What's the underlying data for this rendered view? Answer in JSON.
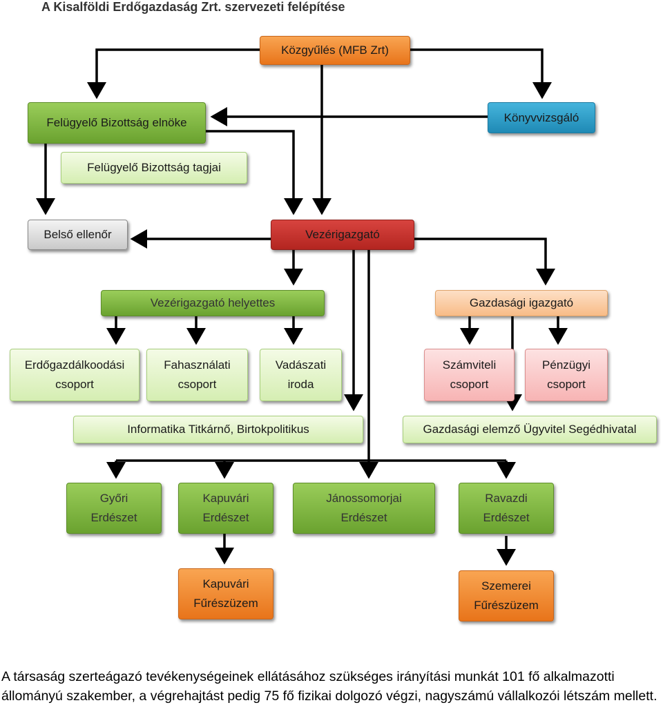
{
  "title": "A Kisalföldi Erdőgazdaság Zrt. szervezeti felépítése",
  "nodes": {
    "kozgyules": "Közgyűlés (MFB Zrt)",
    "fb_elnok": "Felügyelő Bizottság elnöke",
    "konyvvizsgalo": "Könyvvizsgáló",
    "fb_tagjai": "Felügyelő Bizottság tagjai",
    "belso_ellenor": "Belső ellenőr",
    "vezerigazgato": "Vezérigazgató",
    "vezig_helyettes": "Vezérigazgató helyettes",
    "gazdasagi_igazgato": "Gazdasági igazgató",
    "erdogazd_1": "Erdőgazdálkoodási",
    "erdogazd_2": "csoport",
    "fahasznalati_1": "Fahasználati",
    "fahasznalati_2": "csoport",
    "vadaszati_1": "Vadászati",
    "vadaszati_2": "iroda",
    "szamviteli_1": "Számviteli",
    "szamviteli_2": "csoport",
    "penzugyi_1": "Pénzügyi",
    "penzugyi_2": "csoport",
    "informatika": "Informatika Titkárnő, Birtokpolitikus",
    "gazd_elemzo": "Gazdasági elemző Ügyvitel Segédhivatal",
    "gyori_1": "Győri",
    "gyori_2": "Erdészet",
    "kapuvari_1": "Kapuvári",
    "kapuvari_2": "Erdészet",
    "janossomorjai_1": "Jánossomorjai",
    "janossomorjai_2": "Erdészet",
    "ravazdi_1": "Ravazdi",
    "ravazdi_2": "Erdészet",
    "kapuvari_fur_1": "Kapuvári",
    "kapuvari_fur_2": "Fűrészüzem",
    "szemerei_fur_1": "Szemerei",
    "szemerei_fur_2": "Fűrészüzem"
  },
  "footer": "A társaság szerteágazó tevékenységeinek ellátásához szükséges irányítási munkát 101 fő alkalmazotti állományú szakember, a végrehajtást pedig 75 fő fizikai dolgozó végzi, nagyszámú vállalkozói létszám mellett.",
  "colors": {
    "orange": "#e8741a",
    "green": "#6aa22f",
    "blue": "#1f8ab5",
    "light_green": "#d5eeb2",
    "gray": "#c9c9c9",
    "red": "#b32520",
    "light_orange": "#f8bc87",
    "pink": "#f7b4b4"
  }
}
